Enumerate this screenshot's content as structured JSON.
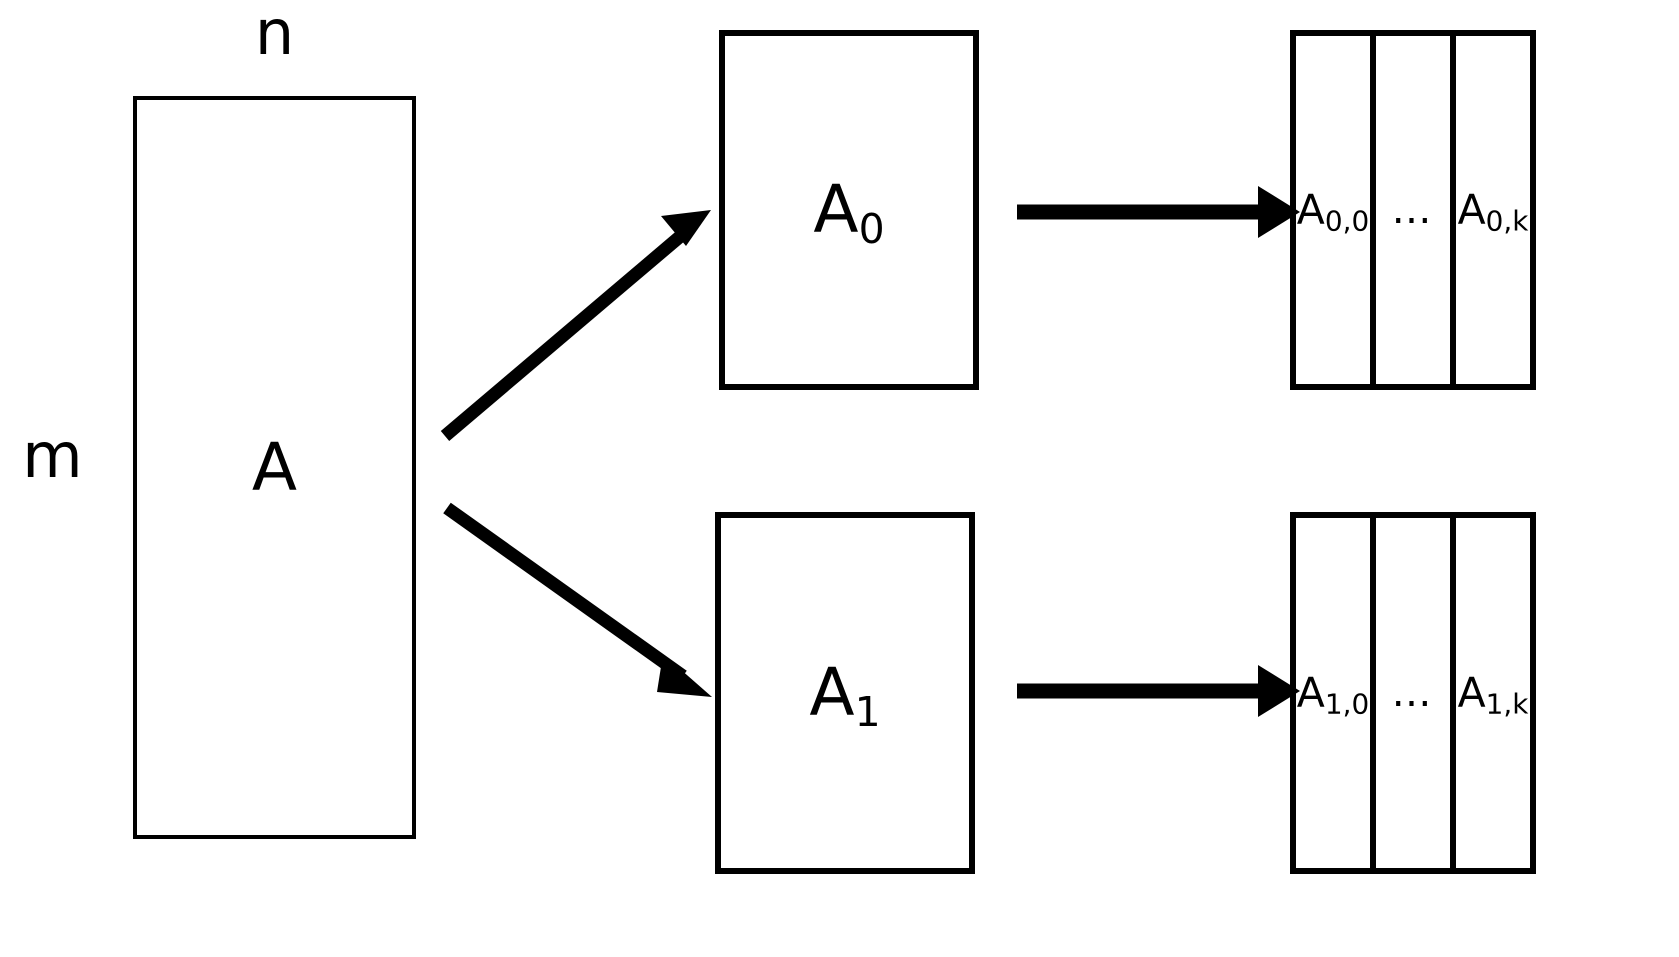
{
  "diagram": {
    "title": "Matrix A row-block partitioning and column-block sub-partitioning",
    "background_color": "#ffffff",
    "stroke_color": "#000000"
  },
  "dimensions": {
    "columns_label": "n",
    "rows_label": "m"
  },
  "source_matrix": {
    "name": "matrix-A",
    "label": "A"
  },
  "row_blocks": [
    {
      "name": "matrix-A0",
      "base": "A",
      "subscript": "0"
    },
    {
      "name": "matrix-A1",
      "base": "A",
      "subscript": "1"
    }
  ],
  "column_blocks": [
    {
      "name": "column-block-A0",
      "cells": [
        {
          "type": "label",
          "base": "A",
          "subscript": "0,0"
        },
        {
          "type": "ellipsis",
          "text": "…"
        },
        {
          "type": "label",
          "base": "A",
          "subscript": "0,k"
        }
      ]
    },
    {
      "name": "column-block-A1",
      "cells": [
        {
          "type": "label",
          "base": "A",
          "subscript": "1,0"
        },
        {
          "type": "ellipsis",
          "text": "…"
        },
        {
          "type": "label",
          "base": "A",
          "subscript": "1,k"
        }
      ]
    }
  ],
  "arrows": [
    {
      "name": "arrow-a-to-a0",
      "from": "matrix-A",
      "to": "matrix-A0",
      "direction": "up-right"
    },
    {
      "name": "arrow-a-to-a1",
      "from": "matrix-A",
      "to": "matrix-A1",
      "direction": "down-right"
    },
    {
      "name": "arrow-a0-to-columns",
      "from": "matrix-A0",
      "to": "column-block-A0",
      "direction": "right"
    },
    {
      "name": "arrow-a1-to-columns",
      "from": "matrix-A1",
      "to": "column-block-A1",
      "direction": "right"
    }
  ]
}
